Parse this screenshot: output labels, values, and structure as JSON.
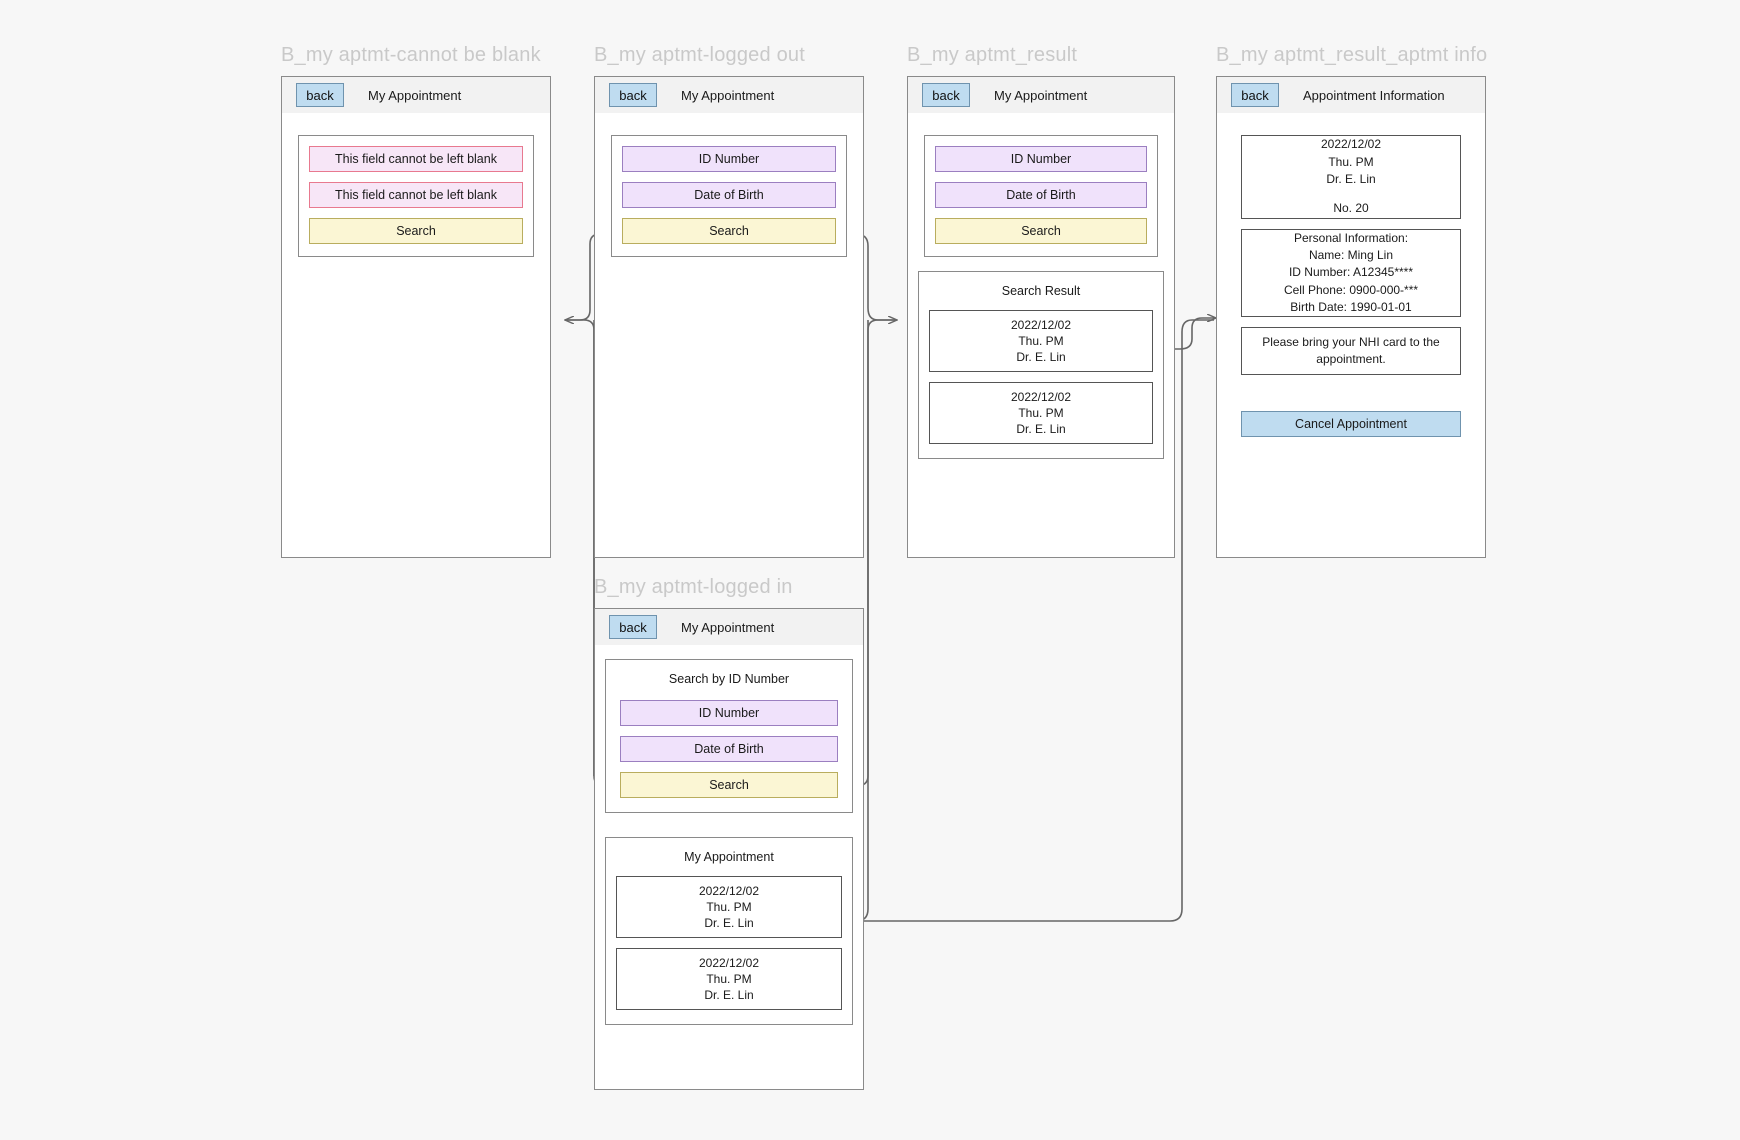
{
  "canvas": {
    "background": "#f7f7f7",
    "frame_title_color": "#c9c9c9"
  },
  "colors": {
    "accent_blue": "#bfdcf0",
    "field_purple": "#f0e2fb",
    "field_error_border": "#e8798f",
    "field_search_yellow": "#fbf6d4",
    "frame_border": "#8a8a8a"
  },
  "frames": [
    {
      "id": "cannot-be-blank",
      "title": "B_my aptmt-cannot be blank",
      "appbar": {
        "back_label": "back",
        "title": "My Appointment"
      },
      "fields": [
        {
          "label": "This field cannot be left blank",
          "style": "error"
        },
        {
          "label": "This field cannot be left blank",
          "style": "error"
        },
        {
          "label": "Search",
          "style": "search"
        }
      ]
    },
    {
      "id": "logged-out",
      "title": "B_my aptmt-logged out",
      "appbar": {
        "back_label": "back",
        "title": "My Appointment"
      },
      "fields": [
        {
          "label": "ID Number",
          "style": "purple"
        },
        {
          "label": "Date of Birth",
          "style": "purple"
        },
        {
          "label": "Search",
          "style": "search"
        }
      ]
    },
    {
      "id": "result",
      "title": "B_my aptmt_result",
      "appbar": {
        "back_label": "back",
        "title": "My Appointment"
      },
      "fields": [
        {
          "label": "ID Number",
          "style": "purple"
        },
        {
          "label": "Date of Birth",
          "style": "purple"
        },
        {
          "label": "Search",
          "style": "search"
        }
      ],
      "result_section": {
        "heading": "Search Result",
        "items": [
          {
            "date": "2022/12/02",
            "time": "Thu. PM",
            "doctor": "Dr. E. Lin"
          },
          {
            "date": "2022/12/02",
            "time": "Thu. PM",
            "doctor": "Dr. E. Lin"
          }
        ]
      }
    },
    {
      "id": "aptmt-info",
      "title": "B_my aptmt_result_aptmt info",
      "appbar": {
        "back_label": "back",
        "title": "Appointment Information"
      },
      "appointment_card": {
        "date": "2022/12/02",
        "time": "Thu. PM",
        "doctor": "Dr. E. Lin",
        "number": "No. 20"
      },
      "personal_info": {
        "heading": "Personal Information:",
        "name": "Name: Ming Lin",
        "id_number": "ID Number: A12345****",
        "cell_phone": "Cell Phone: 0900-000-***",
        "birth_date": "Birth Date: 1990-01-01"
      },
      "notice": "Please bring your NHI card to the appointment.",
      "cancel_button": "Cancel Appointment"
    },
    {
      "id": "logged-in",
      "title": "B_my aptmt-logged in",
      "appbar": {
        "back_label": "back",
        "title": "My Appointment"
      },
      "search_section": {
        "heading": "Search by ID Number",
        "fields": [
          {
            "label": "ID Number",
            "style": "purple"
          },
          {
            "label": "Date of Birth",
            "style": "purple"
          },
          {
            "label": "Search",
            "style": "search"
          }
        ]
      },
      "appointments_section": {
        "heading": "My Appointment",
        "items": [
          {
            "date": "2022/12/02",
            "time": "Thu. PM",
            "doctor": "Dr. E. Lin"
          },
          {
            "date": "2022/12/02",
            "time": "Thu. PM",
            "doctor": "Dr. E. Lin"
          }
        ]
      }
    }
  ]
}
